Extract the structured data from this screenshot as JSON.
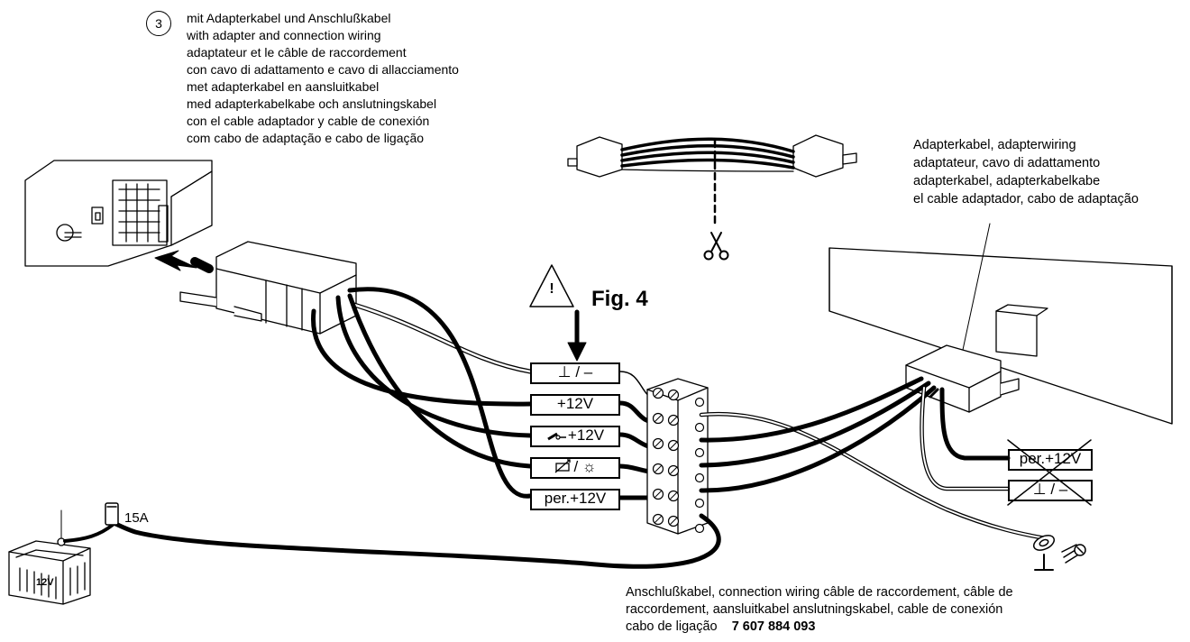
{
  "step": {
    "number": "3",
    "lines": [
      "mit Adapterkabel und Anschlußkabel",
      "with adapter and connection wiring",
      "adaptateur et le câble de raccordement",
      "con cavo di adattamento e cavo di allacciamento",
      "met adapterkabel en aansluitkabel",
      "med adapterkabelkabe och anslutningskabel",
      "con el cable adaptador y cable de conexión",
      "com cabo de adaptação e cabo de ligação"
    ]
  },
  "adapter_caption": [
    "Adapterkabel, adapterwiring",
    "adaptateur, cavo di adattamento",
    "adapterkabel, adapterkabelkabe",
    "el cable adaptador, cabo de adaptação"
  ],
  "fig_label": "Fig. 4",
  "warning_symbol": "!",
  "terminal_labels": [
    "⊥ / –",
    "+12V",
    "+12V",
    "/ ☼",
    "per.+12V"
  ],
  "car_side_labels": [
    "per.+12V",
    "⊥ / –"
  ],
  "battery_label": "12V",
  "fuse_label": "15A",
  "ground_symbol": "⊥",
  "connection_caption": [
    "Anschlußkabel, connection wiring câble de raccordement, câble de",
    "raccordement, aansluitkabel anslutningskabel, cable de conexión",
    "cabo de ligação"
  ],
  "part_number": "7 607 884 093"
}
